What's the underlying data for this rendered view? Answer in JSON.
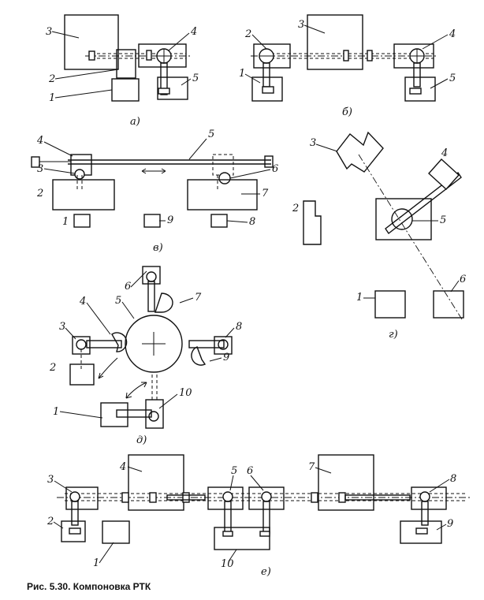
{
  "caption": "Рис. 5.30. Компоновка РТК",
  "panels": {
    "a": {
      "sub": "а)",
      "labels": [
        "1",
        "2",
        "3",
        "4",
        "5"
      ]
    },
    "b": {
      "sub": "б)",
      "labels": [
        "1",
        "2",
        "3",
        "4",
        "5"
      ]
    },
    "v": {
      "sub": "в)",
      "labels": [
        "1",
        "2",
        "3",
        "4",
        "5",
        "6",
        "7",
        "8",
        "9"
      ]
    },
    "g": {
      "sub": "г)",
      "labels": [
        "1",
        "2",
        "3",
        "4",
        "5",
        "6"
      ]
    },
    "d": {
      "sub": "д)",
      "labels": [
        "1",
        "2",
        "3",
        "4",
        "5",
        "6",
        "7",
        "8",
        "9",
        "10"
      ]
    },
    "e": {
      "sub": "е)",
      "labels": [
        "1",
        "2",
        "3",
        "4",
        "5",
        "6",
        "7",
        "8",
        "9",
        "10"
      ]
    }
  }
}
